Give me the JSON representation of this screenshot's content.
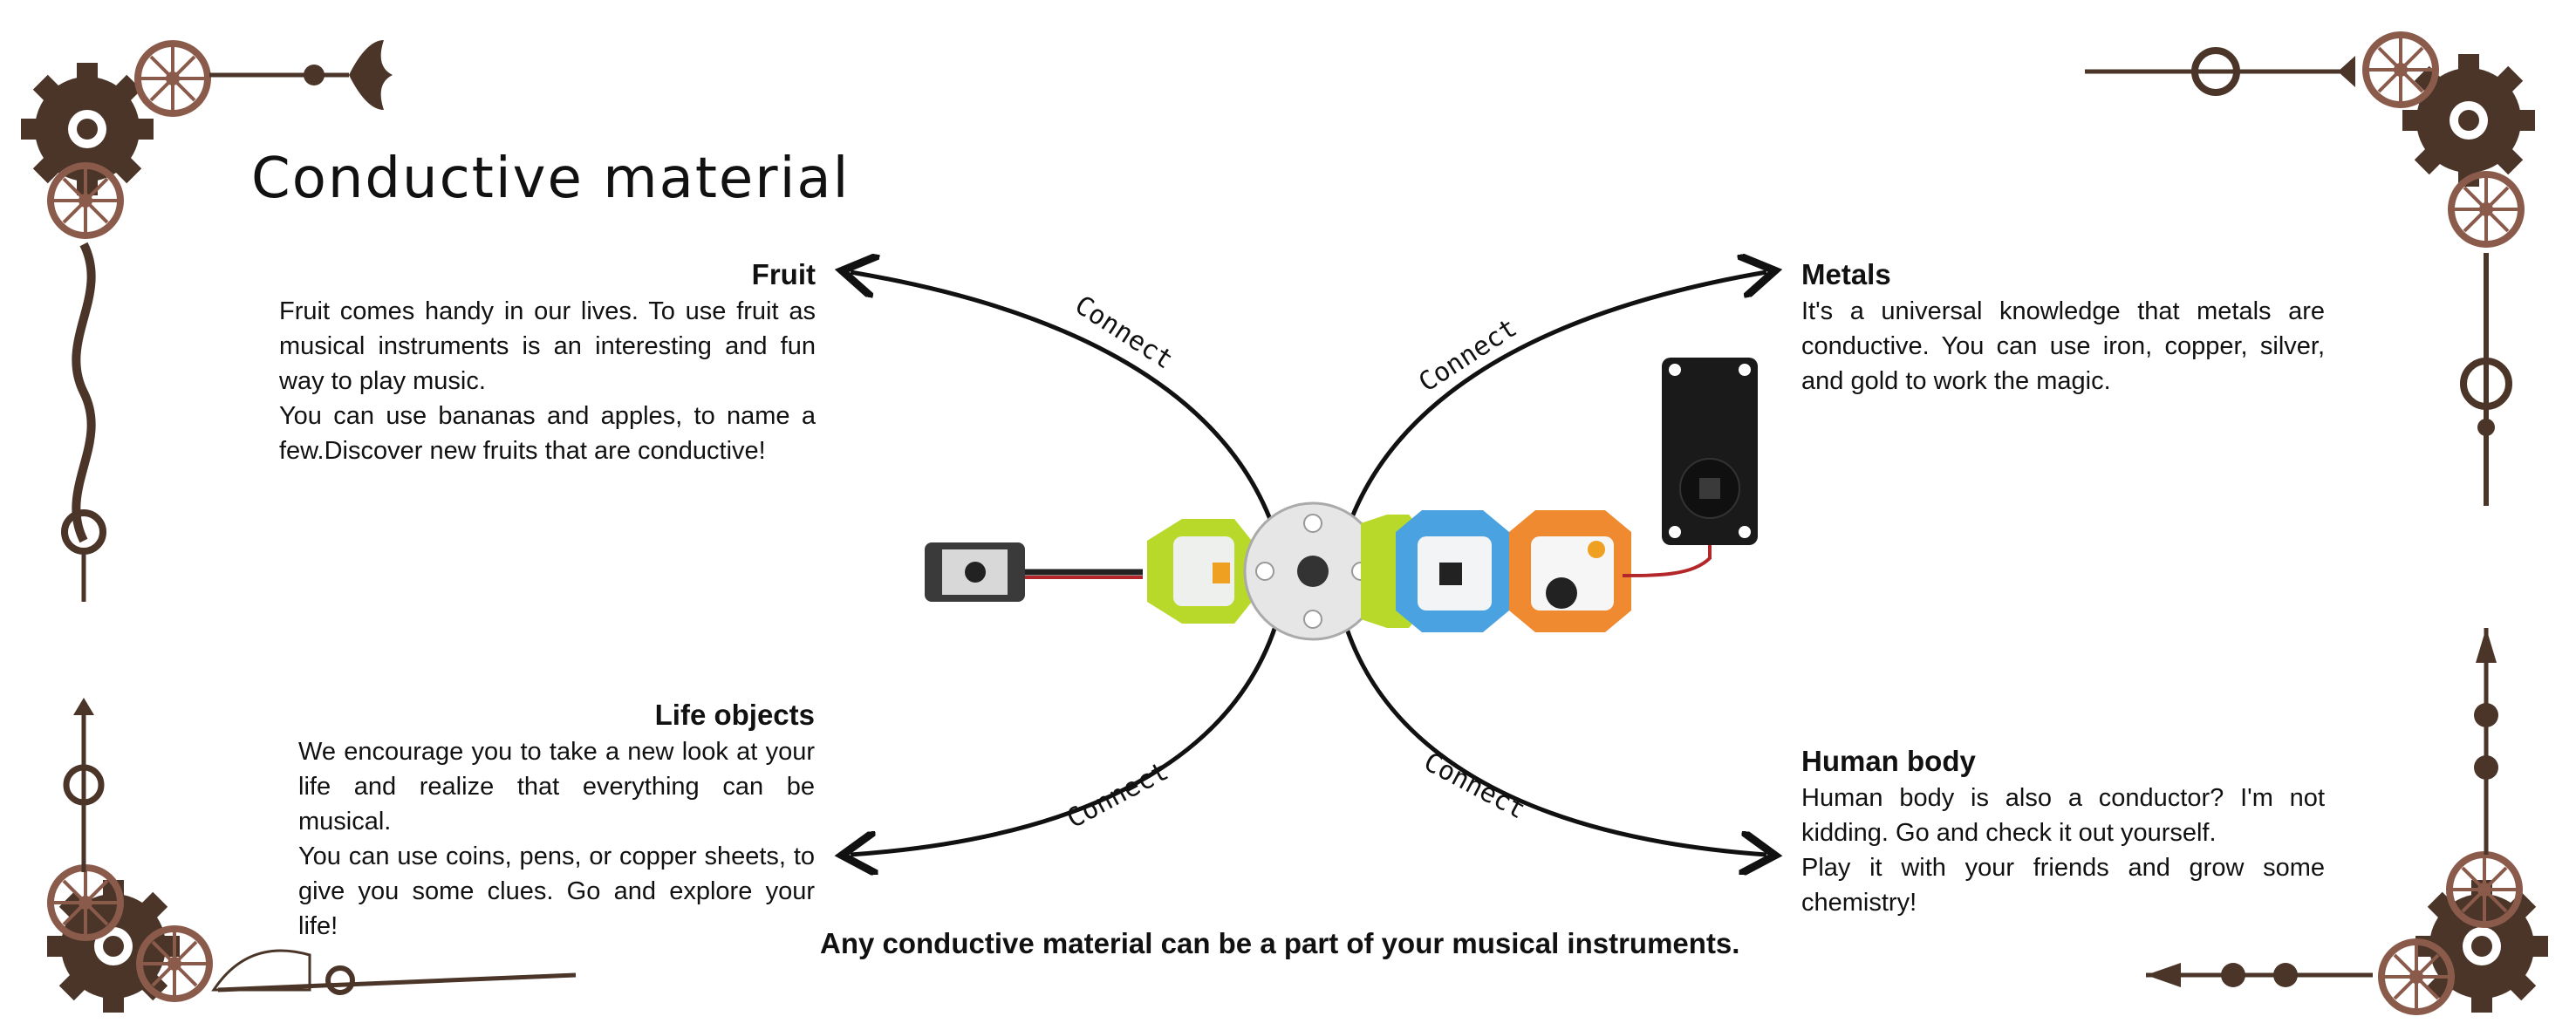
{
  "title": "Conductive material",
  "connector_label": "Connect",
  "fruit": {
    "heading": "Fruit",
    "paragraphs": [
      "Fruit comes handy in our lives. To use fruit as musical instruments is an interesting and fun way to play music.",
      "You can use bananas and apples, to name a few.Discover new fruits that are conductive!"
    ]
  },
  "metals": {
    "heading": "Metals",
    "paragraphs": [
      "It's a universal knowledge that metals are conductive. You can use iron, copper, silver, and gold to work the magic."
    ]
  },
  "life_objects": {
    "heading": "Life objects",
    "paragraphs": [
      "We encourage you to take a new look at your life and realize that everything can be musical.",
      "You can use coins, pens, or copper sheets, to give you some clues. Go and explore your life!"
    ]
  },
  "human_body": {
    "heading": "Human body",
    "paragraphs": [
      "Human body is also a conductor? I'm not kidding. Go and check it out yourself.",
      "Play it with your friends and grow some chemistry!"
    ]
  },
  "footer": "Any conductive material can be a part of your musical instruments.",
  "colors": {
    "decoration": "#5a4030",
    "decoration_rose": "#8a5a4a",
    "module_green": "#b8d82a",
    "module_blue": "#4aa3e0",
    "module_orange": "#f08a30"
  }
}
